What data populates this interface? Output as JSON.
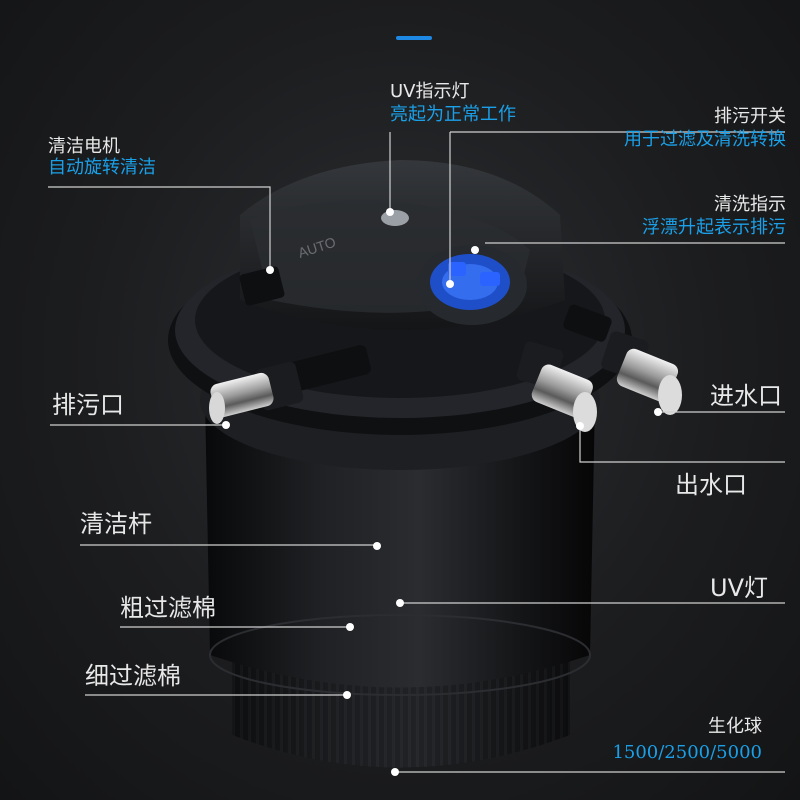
{
  "colors": {
    "background": "#1a1b1d",
    "label_text": "#e8e8e8",
    "sub_text": "#1aa0e8",
    "accent": "#1e88e5",
    "device_body": "#111214",
    "uv_indicator": "#2f6bff"
  },
  "device": {
    "lid_text": "AUTO"
  },
  "labels": {
    "uv_indicator": {
      "title": "UV指示灯",
      "desc": "亮起为正常工作"
    },
    "cleaning_motor": {
      "title": "清洁电机",
      "desc": "自动旋转清洁"
    },
    "drain_switch": {
      "title": "排污开关",
      "desc": "用于过滤及清洗转换"
    },
    "wash_indicator": {
      "title": "清洗指示",
      "desc": "浮漂升起表示排污"
    },
    "drain_outlet": {
      "title": "排污口"
    },
    "water_inlet": {
      "title": "进水口"
    },
    "water_outlet": {
      "title": "出水口"
    },
    "cleaning_rod": {
      "title": "清洁杆"
    },
    "uv_lamp": {
      "title": "UV灯"
    },
    "coarse_sponge": {
      "title": "粗过滤棉"
    },
    "fine_sponge": {
      "title": "细过滤棉"
    },
    "bio_balls": {
      "title": "生化球",
      "desc": "1500/2500/5000"
    }
  }
}
